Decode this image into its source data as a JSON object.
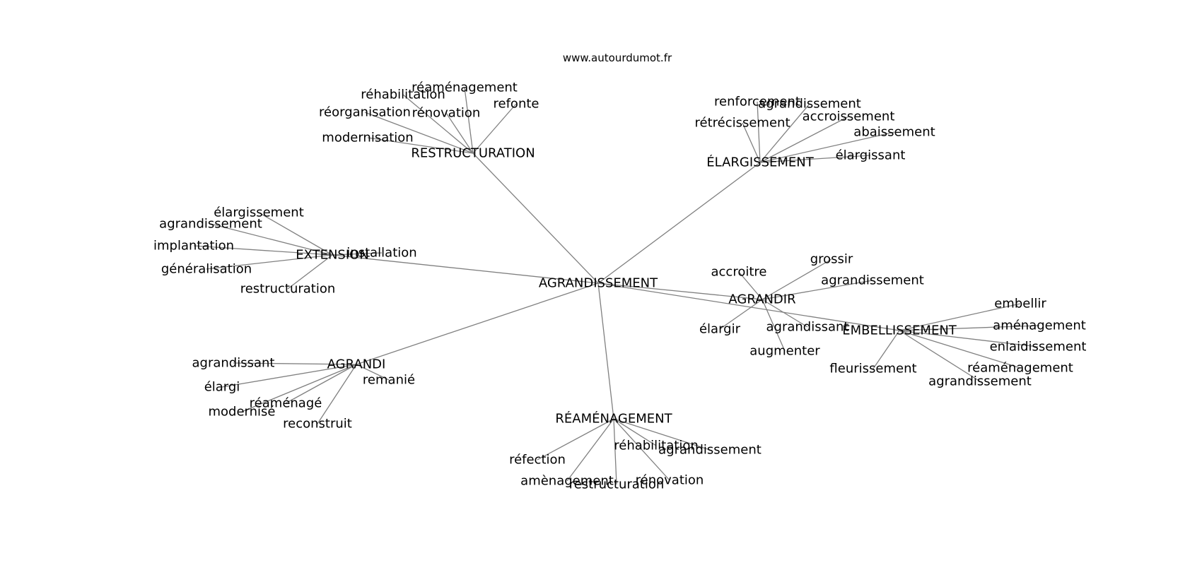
{
  "site": "www.autourdumot.fr",
  "colors": {
    "edge": "#808080",
    "text": "#000000",
    "background": "#ffffff"
  },
  "root": "AGRANDISSEMENT",
  "hubs": [
    {
      "label": "RESTRUCTURATION",
      "leaves": [
        "réaménagement",
        "réhabilitation",
        "refonte",
        "réorganisation",
        "rénovation",
        "modernisation"
      ]
    },
    {
      "label": "ÉLARGISSEMENT",
      "leaves": [
        "renforcement",
        "agrandissement",
        "accroissement",
        "rétrécissement",
        "abaissement",
        "élargissant"
      ]
    },
    {
      "label": "EXTENSION",
      "leaves": [
        "élargissement",
        "agrandissement",
        "implantation",
        "installation",
        "généralisation",
        "restructuration"
      ]
    },
    {
      "label": "AGRANDIR",
      "leaves": [
        "grossir",
        "accroitre",
        "agrandissement",
        "élargir",
        "agrandissant",
        "augmenter"
      ]
    },
    {
      "label": "EMBELLISSEMENT",
      "leaves": [
        "embellir",
        "aménagement",
        "enlaidissement",
        "réaménagement",
        "fleurissement",
        "agrandissement"
      ]
    },
    {
      "label": "AGRANDI",
      "leaves": [
        "agrandissant",
        "remanié",
        "élargi",
        "réaménagé",
        "modernisé",
        "reconstruit"
      ]
    },
    {
      "label": "RÉAMÉNAGEMENT",
      "leaves": [
        "réhabilitation",
        "agrandissement",
        "réfection",
        "rénovation",
        "amènagement",
        "restructuration"
      ]
    }
  ]
}
